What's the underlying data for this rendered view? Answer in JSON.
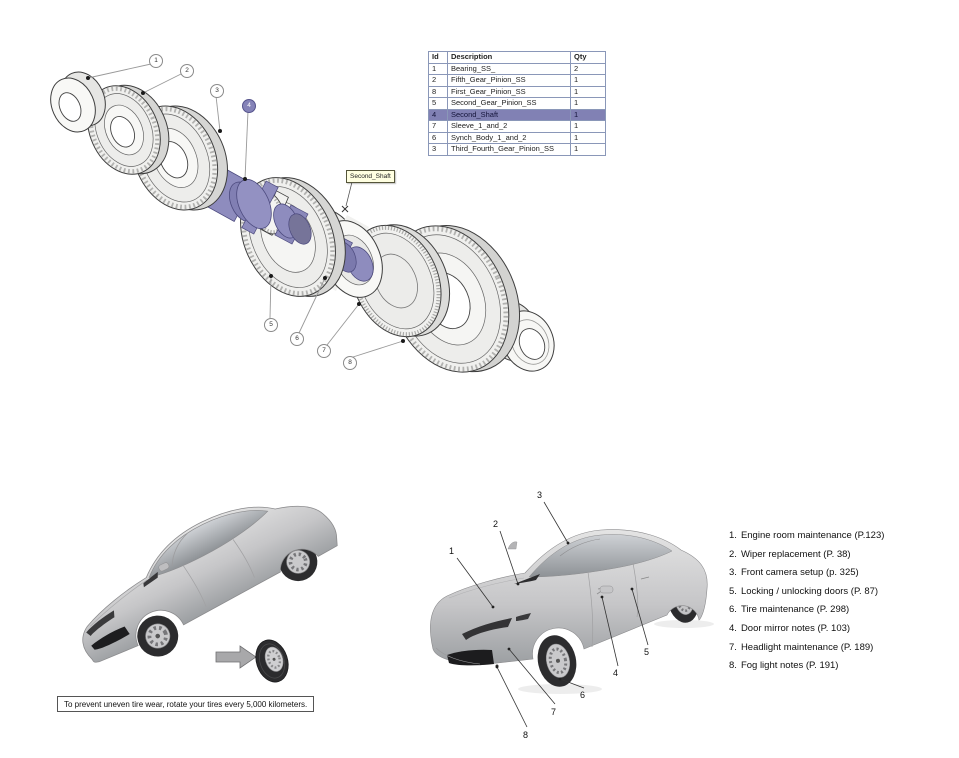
{
  "colors": {
    "highlight_row": "#8181b4",
    "selected_part_purple": "#8e8cbe",
    "table_border": "#8a97b8",
    "tooltip_bg": "#ffffe1",
    "gear_fill": "#f0f0ee"
  },
  "parts_table": {
    "headers": {
      "id": "Id",
      "description": "Description",
      "qty": "Qty"
    },
    "rows": [
      {
        "id": "1",
        "description": "Bearing_SS_",
        "qty": "2"
      },
      {
        "id": "2",
        "description": "Fifth_Gear_Pinion_SS",
        "qty": "1"
      },
      {
        "id": "8",
        "description": "First_Gear_Pinion_SS",
        "qty": "1"
      },
      {
        "id": "5",
        "description": "Second_Gear_Pinion_SS",
        "qty": "1"
      },
      {
        "id": "4",
        "description": "Second_Shaft",
        "qty": "1"
      },
      {
        "id": "7",
        "description": "Sleeve_1_and_2",
        "qty": "1"
      },
      {
        "id": "6",
        "description": "Synch_Body_1_and_2",
        "qty": "1"
      },
      {
        "id": "3",
        "description": "Third_Fourth_Gear_Pinion_SS",
        "qty": "1"
      }
    ],
    "selected_row_id": "4"
  },
  "gear_diagram": {
    "tooltip_label": "Second_Shaft",
    "selected_callout": "4",
    "callouts": [
      "1",
      "2",
      "3",
      "4",
      "5",
      "6",
      "7",
      "8"
    ]
  },
  "tire_note": {
    "text": "To prevent uneven tire wear, rotate your tires every 5,000 kilometers."
  },
  "car_callouts": [
    "1",
    "2",
    "3",
    "4",
    "5",
    "6",
    "7",
    "8"
  ],
  "maintenance_list": {
    "items": [
      {
        "num": "1.",
        "label": "Engine room maintenance (P.123)"
      },
      {
        "num": "2.",
        "label": "Wiper replacement (P. 38)"
      },
      {
        "num": "3.",
        "label": "Front camera setup (p. 325)"
      },
      {
        "num": "5.",
        "label": "Locking / unlocking doors (P. 87)"
      },
      {
        "num": "6.",
        "label": "Tire maintenance (P. 298)"
      },
      {
        "num": "4.",
        "label": "Door mirror notes (P. 103)"
      },
      {
        "num": "7.",
        "label": "Headlight maintenance (P. 189)"
      },
      {
        "num": "8.",
        "label": "Fog light notes (P. 191)"
      }
    ]
  }
}
